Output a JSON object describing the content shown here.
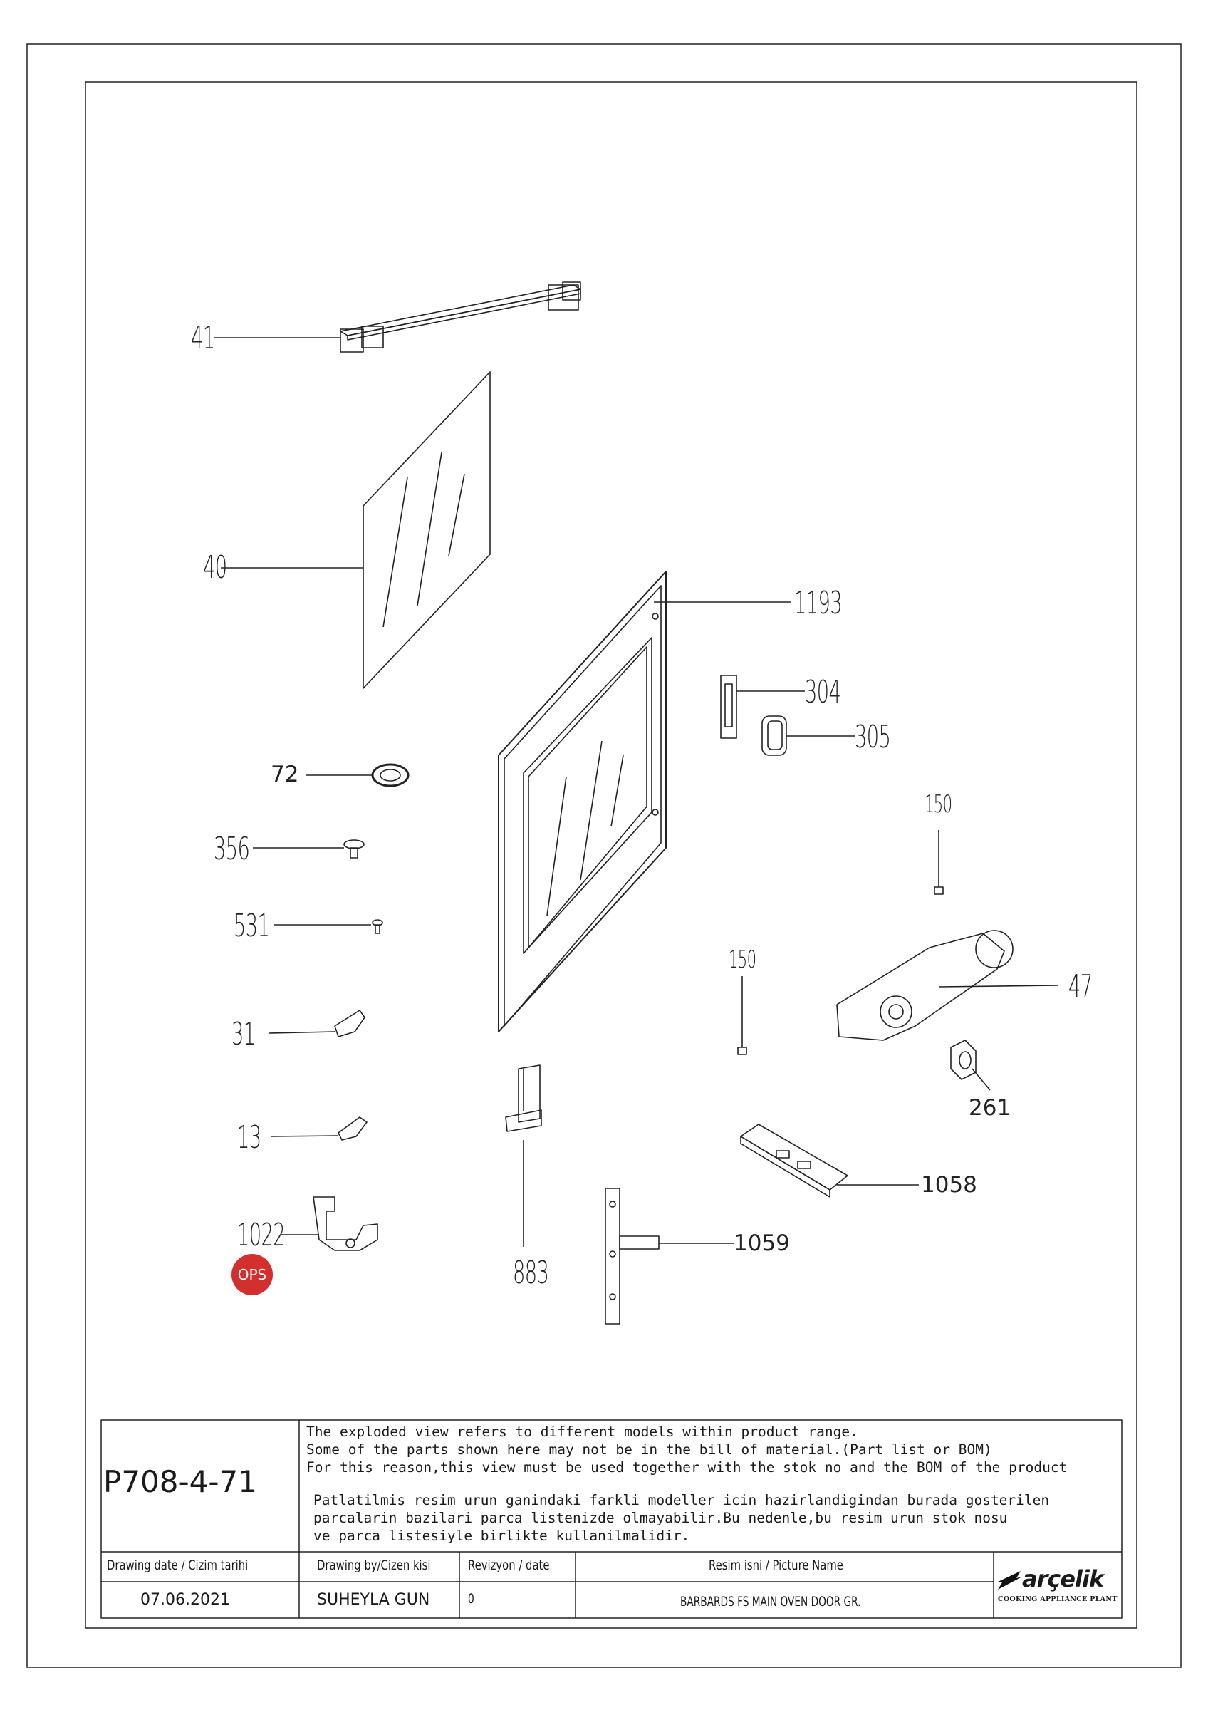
{
  "callouts": {
    "c41": "41",
    "c40": "40",
    "c1193": "1193",
    "c304": "304",
    "c305": "305",
    "c72": "72",
    "c356": "356",
    "c150a": "150",
    "c531": "531",
    "c150b": "150",
    "c47": "47",
    "c31": "31",
    "c261": "261",
    "c13": "13",
    "c1058": "1058",
    "c1022": "1022",
    "c1059": "1059",
    "c883": "883"
  },
  "badge": {
    "label": "OPS",
    "color": "#d32f2f"
  },
  "title_block": {
    "drawing_code": "P708-4-71",
    "note_en": [
      "The exploded view refers to different models within product range.",
      "Some of the parts shown here may not be in the bill of material.(Part list or BOM)",
      "For this reason,this view must be used together with the stok no and the BOM of the product"
    ],
    "note_tr": [
      "Patlatilmis resim urun ganindaki farkli modeller icin hazirlandigindan burada gosterilen",
      "parcalarin bazilari parca listenizde olmayabilir.Bu nedenle,bu resim urun stok nosu",
      "ve parca listesiyle birlikte kullanilmalidir."
    ],
    "headers": {
      "drawing_date": "Drawing date / Cizim tarihi",
      "drawing_by": "Drawing by/Cizen kisi",
      "revision": "Revizyon / date",
      "picture_name": "Resim isni / Picture Name"
    },
    "values": {
      "drawing_date": "07.06.2021",
      "drawing_by": "SUHEYLA GUN",
      "revision": "0",
      "picture_name": "BARBARDS FS MAIN OVEN DOOR GR."
    },
    "brand": {
      "name": "arçelik",
      "subtitle": "COOKING APPLIANCE PLANT"
    }
  }
}
